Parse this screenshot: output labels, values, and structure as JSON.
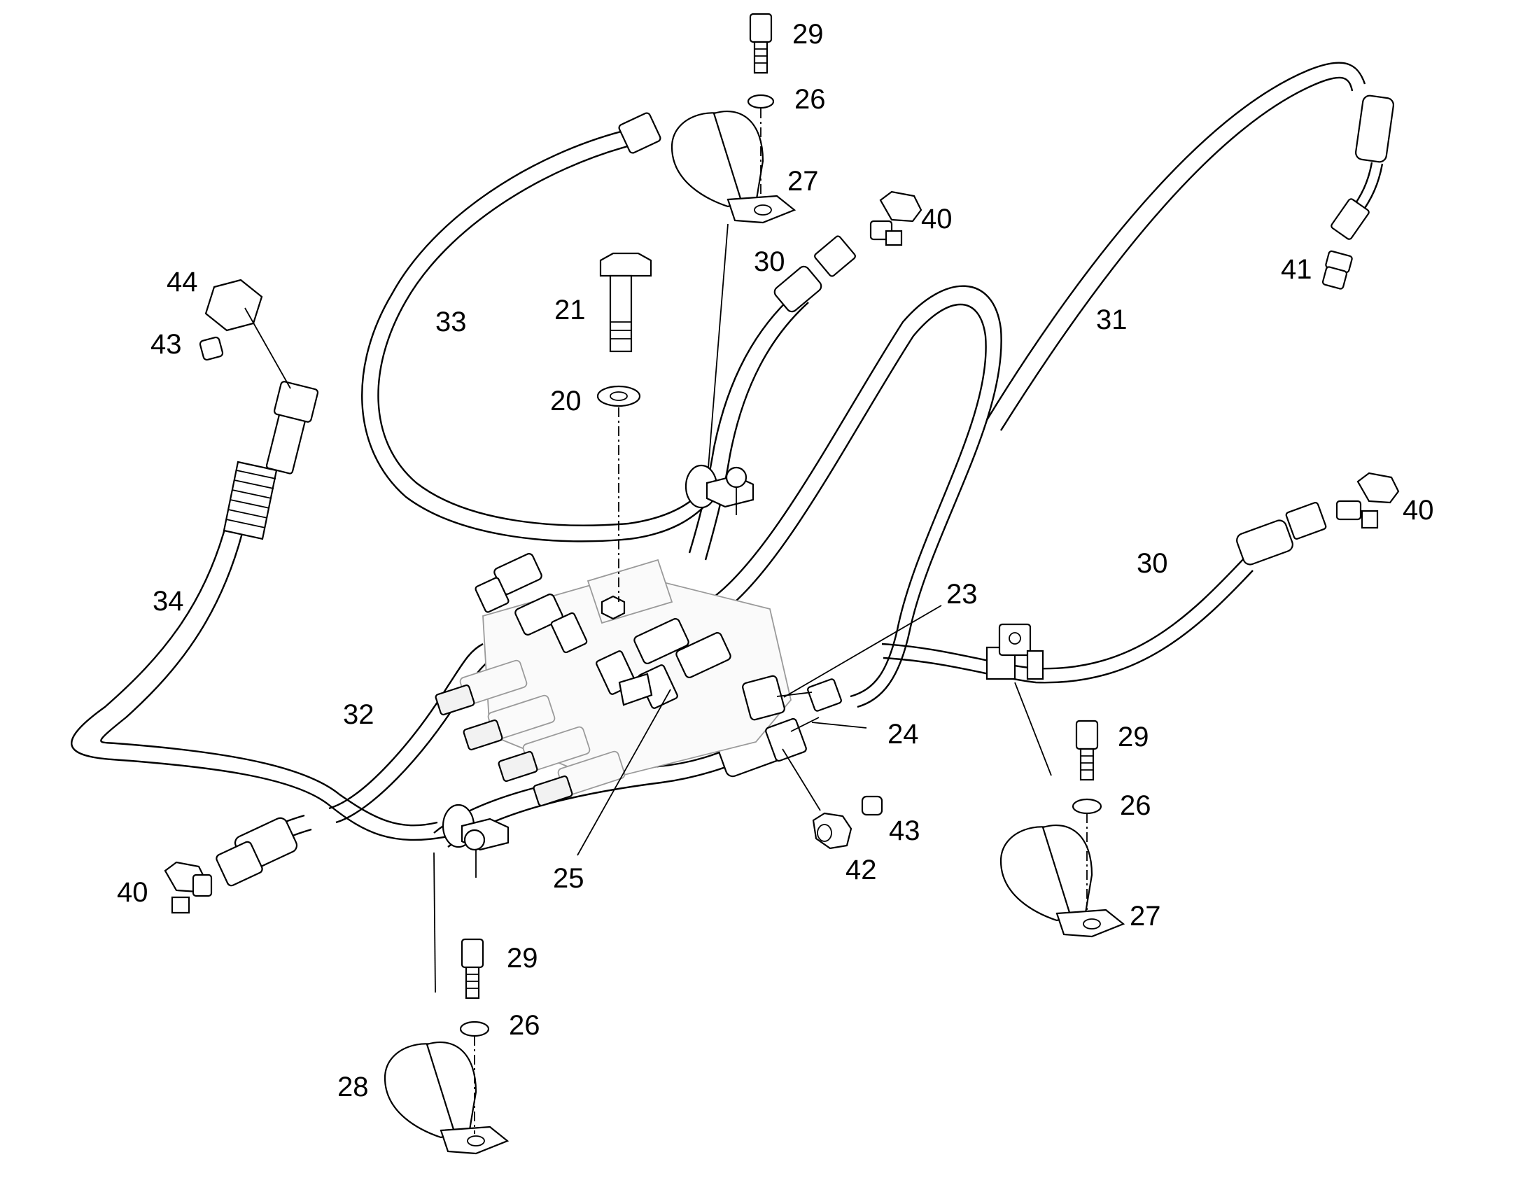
{
  "callouts": [
    {
      "id": "29",
      "text": "29"
    },
    {
      "id": "26",
      "text": "26"
    },
    {
      "id": "27",
      "text": "27"
    },
    {
      "id": "40",
      "text": "40"
    },
    {
      "id": "30",
      "text": "30"
    },
    {
      "id": "41",
      "text": "41"
    },
    {
      "id": "31",
      "text": "31"
    },
    {
      "id": "44",
      "text": "44"
    },
    {
      "id": "43",
      "text": "43"
    },
    {
      "id": "33",
      "text": "33"
    },
    {
      "id": "21",
      "text": "21"
    },
    {
      "id": "20",
      "text": "20"
    },
    {
      "id": "34",
      "text": "34"
    },
    {
      "id": "23",
      "text": "23"
    },
    {
      "id": "32",
      "text": "32"
    },
    {
      "id": "24",
      "text": "24"
    },
    {
      "id": "25",
      "text": "25"
    },
    {
      "id": "42",
      "text": "42"
    },
    {
      "id": "28",
      "text": "28"
    }
  ],
  "line_color": "#000000",
  "background": "#ffffff"
}
